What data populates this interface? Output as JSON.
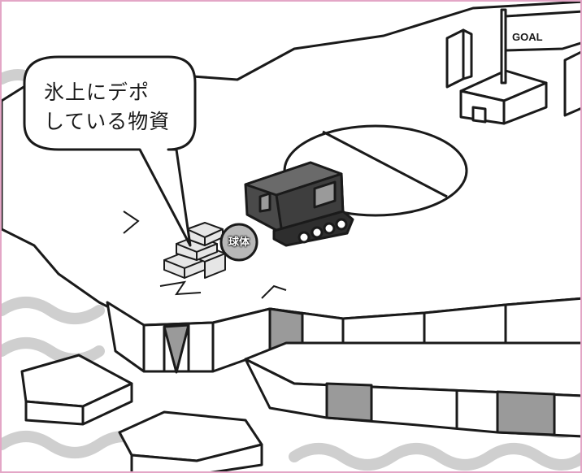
{
  "speech_bubble": {
    "line1": "氷上にデポ",
    "line2": "している物資"
  },
  "goal_flag": {
    "label": "GOAL"
  },
  "sphere": {
    "label": "球体"
  },
  "colors": {
    "frame_border": "#e3a6c6",
    "water_gray": "#cfcfcf",
    "ice_shadow": "#9a9a9a",
    "vehicle_dark": "#4a4a4a"
  }
}
